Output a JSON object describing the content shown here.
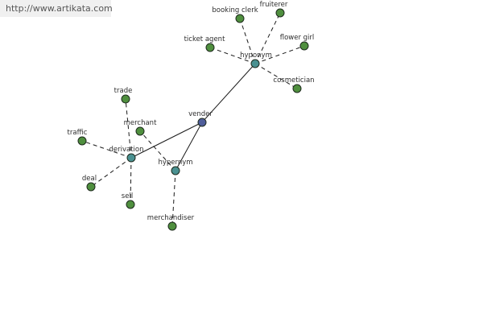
{
  "banner": {
    "url_text": "http://www.artikata.com"
  },
  "colors": {
    "center_node": "#4f5d9a",
    "relation_node": "#4a9191",
    "word_node": "#4f8f3e",
    "edge": "#1a1a1a"
  },
  "graph": {
    "nodes": [
      {
        "id": "vender",
        "label": "vender",
        "kind": "center"
      },
      {
        "id": "hyponym",
        "label": "hyponym",
        "kind": "relation"
      },
      {
        "id": "derivation",
        "label": "derivation",
        "kind": "relation"
      },
      {
        "id": "hypernym",
        "label": "hypernym",
        "kind": "relation"
      },
      {
        "id": "booking-clerk",
        "label": "booking clerk",
        "kind": "word"
      },
      {
        "id": "fruiterer",
        "label": "fruiterer",
        "kind": "word"
      },
      {
        "id": "ticket-agent",
        "label": "ticket agent",
        "kind": "word"
      },
      {
        "id": "flower-girl",
        "label": "flower girl",
        "kind": "word"
      },
      {
        "id": "cosmetician",
        "label": "cosmetician",
        "kind": "word"
      },
      {
        "id": "trade",
        "label": "trade",
        "kind": "word"
      },
      {
        "id": "merchant",
        "label": "merchant",
        "kind": "word"
      },
      {
        "id": "traffic",
        "label": "traffic",
        "kind": "word"
      },
      {
        "id": "deal",
        "label": "deal",
        "kind": "word"
      },
      {
        "id": "sell",
        "label": "sell",
        "kind": "word"
      },
      {
        "id": "merchandiser",
        "label": "merchandiser",
        "kind": "word"
      }
    ],
    "edges": [
      {
        "from": "vender",
        "to": "hyponym",
        "style": "solid"
      },
      {
        "from": "vender",
        "to": "derivation",
        "style": "solid"
      },
      {
        "from": "vender",
        "to": "hypernym",
        "style": "solid"
      },
      {
        "from": "hyponym",
        "to": "booking-clerk",
        "style": "dashed"
      },
      {
        "from": "hyponym",
        "to": "fruiterer",
        "style": "dashed"
      },
      {
        "from": "hyponym",
        "to": "ticket-agent",
        "style": "dashed"
      },
      {
        "from": "hyponym",
        "to": "flower-girl",
        "style": "dashed"
      },
      {
        "from": "hyponym",
        "to": "cosmetician",
        "style": "dashed"
      },
      {
        "from": "derivation",
        "to": "trade",
        "style": "dashed"
      },
      {
        "from": "derivation",
        "to": "traffic",
        "style": "dashed"
      },
      {
        "from": "derivation",
        "to": "deal",
        "style": "dashed"
      },
      {
        "from": "derivation",
        "to": "sell",
        "style": "dashed"
      },
      {
        "from": "hypernym",
        "to": "merchant",
        "style": "dashed"
      },
      {
        "from": "hypernym",
        "to": "merchandiser",
        "style": "dashed"
      }
    ]
  }
}
